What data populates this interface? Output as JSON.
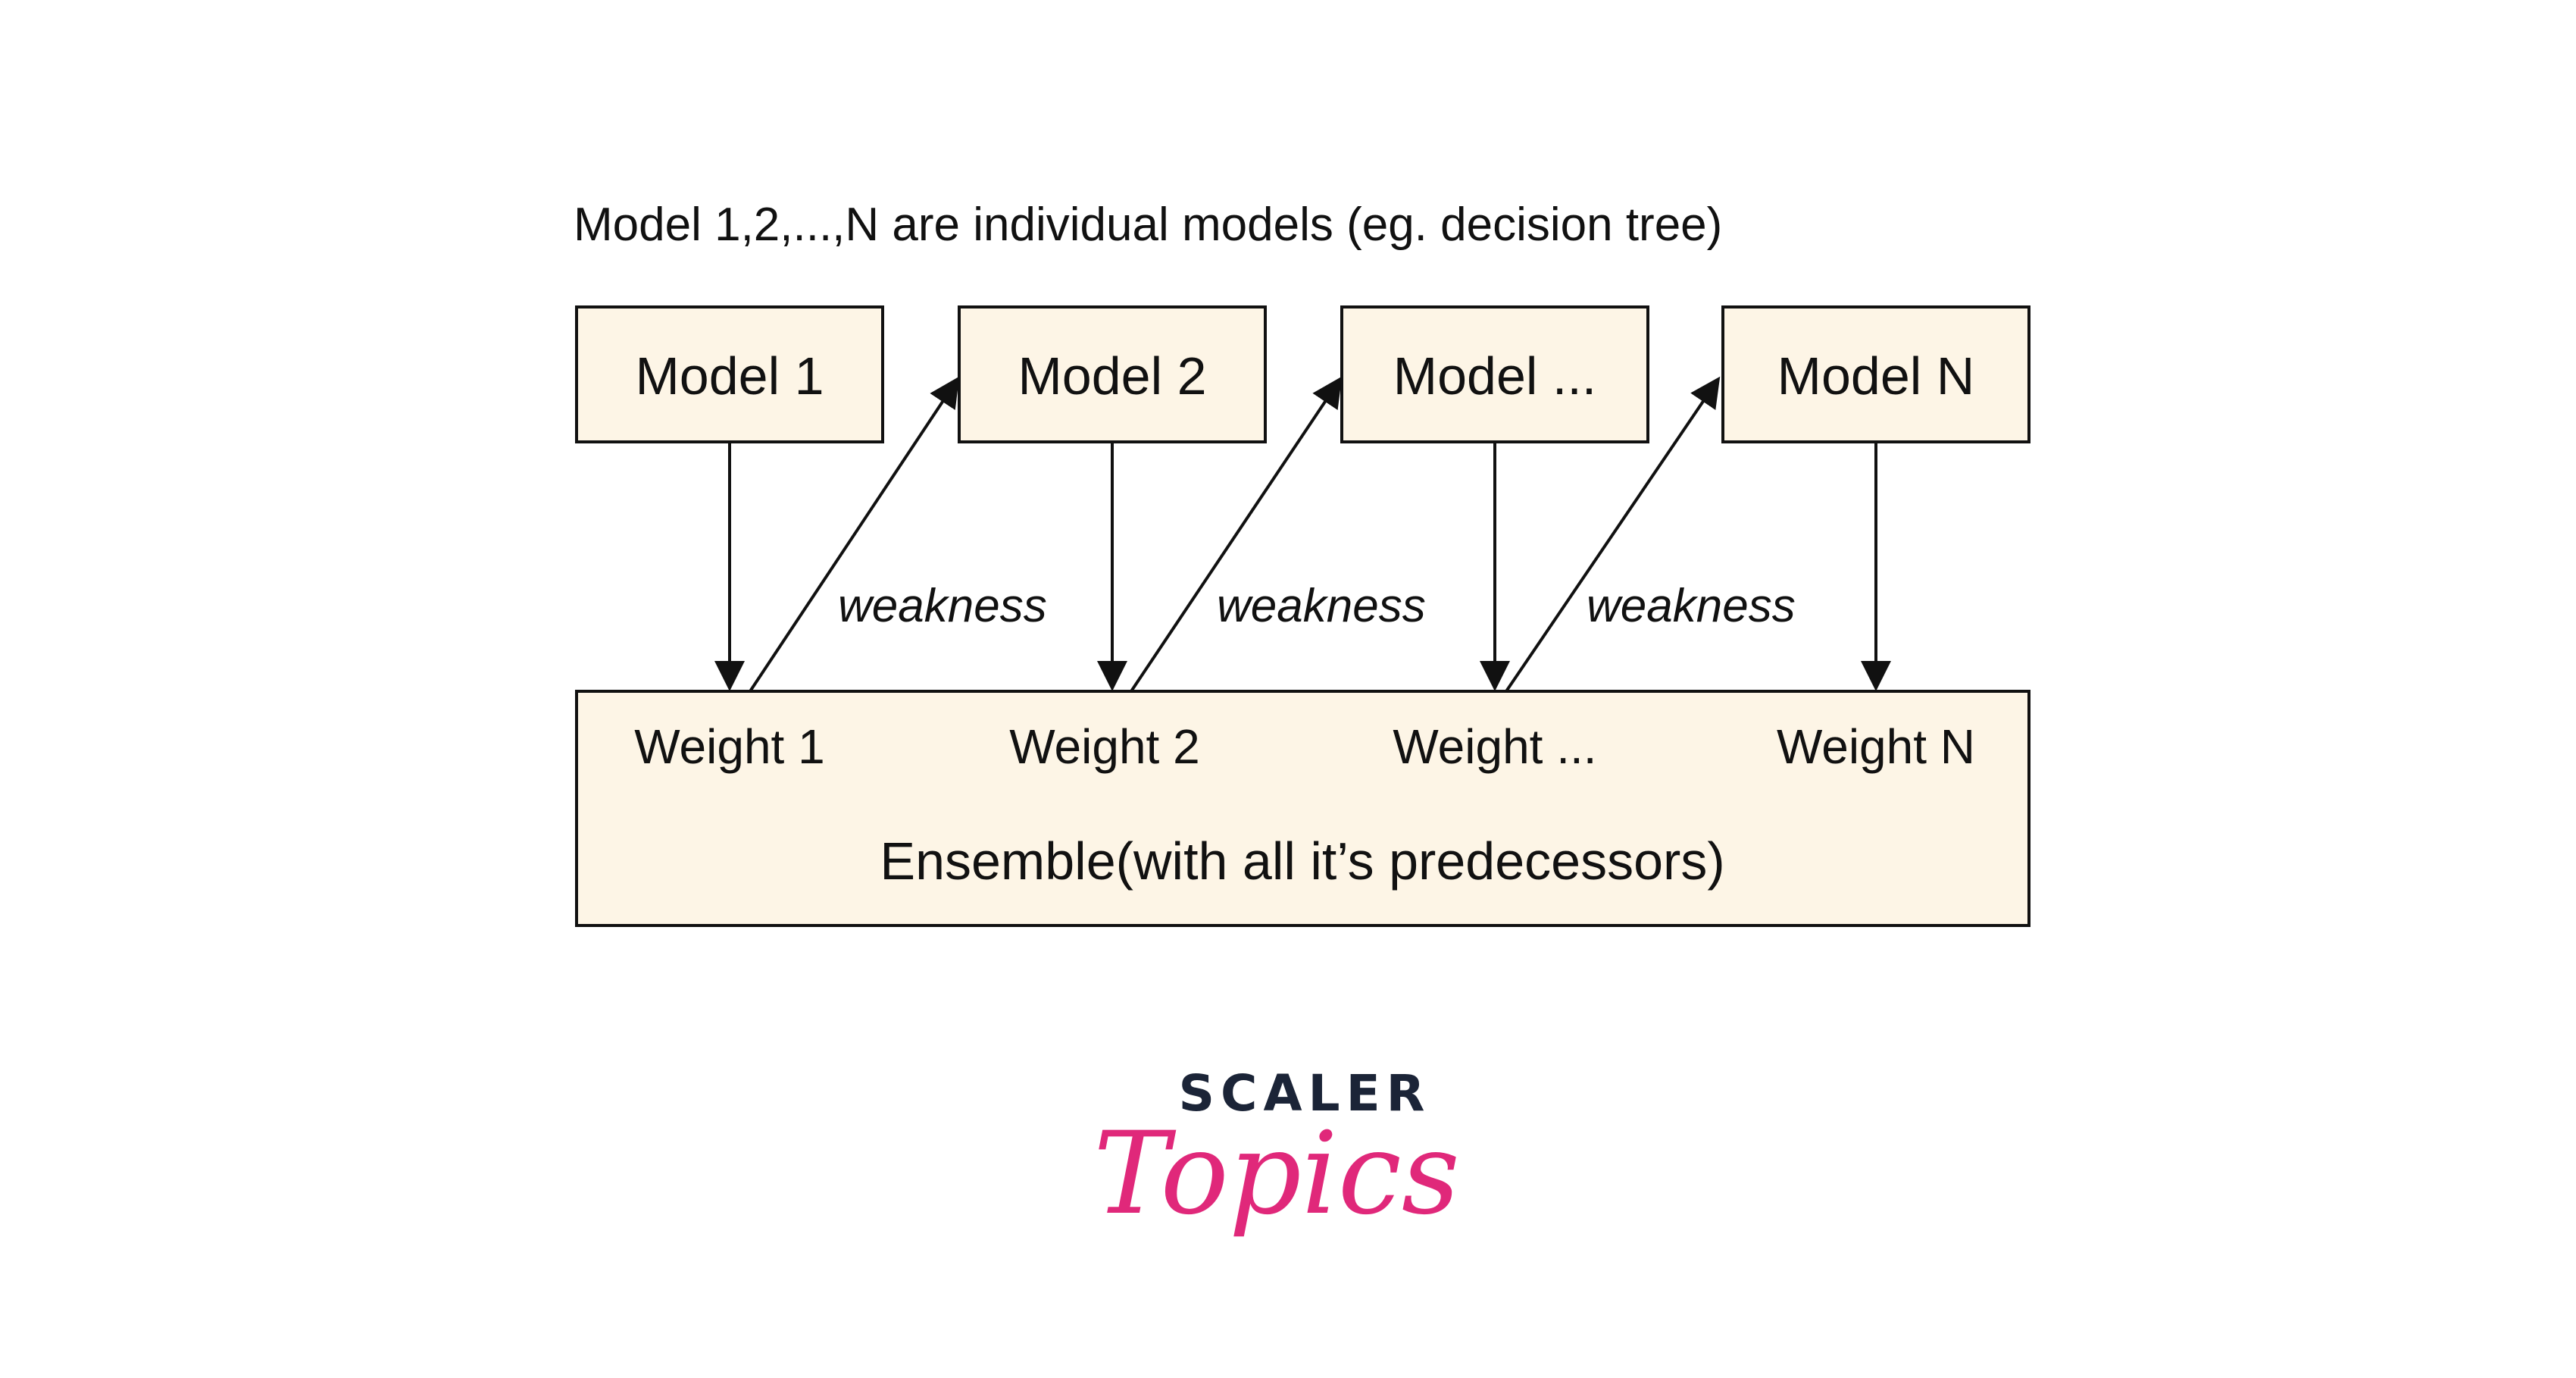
{
  "caption": "Model 1,2,...,N are individual models (eg. decision tree)",
  "models": [
    "Model 1",
    "Model 2",
    "Model ...",
    "Model N"
  ],
  "weights": [
    "Weight 1",
    "Weight 2",
    "Weight ...",
    "Weight N"
  ],
  "weakness_labels": [
    "weakness",
    "weakness",
    "weakness"
  ],
  "ensemble_label": "Ensemble(with all it’s predecessors)",
  "logo": {
    "top": "SCALER",
    "script": "Topics",
    "top_color": "#1b2437",
    "script_color": "#e0287a"
  },
  "colors": {
    "box_fill": "#fdf5e6",
    "stroke": "#111111"
  }
}
